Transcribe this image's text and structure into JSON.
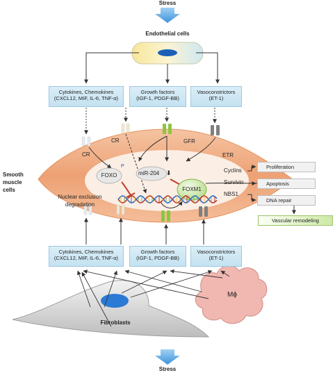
{
  "stress_top": "Stress",
  "stress_bottom": "Stress",
  "endothelial_title": "Endothelial cells",
  "smooth_muscle_label": [
    "Smooth",
    "muscle",
    "cells"
  ],
  "top_boxes": [
    {
      "line1": "Cytokines, Chemokines",
      "line2": "(CXCL12, MIF, IL-6, TNF-α)"
    },
    {
      "line1": "Growth factors",
      "line2": "(IGF-1, PDGF-BB)"
    },
    {
      "line1": "Vasoconstrictors",
      "line2": "(ET-1)"
    }
  ],
  "bottom_boxes": [
    {
      "line1": "Cytokines, Chemokines",
      "line2": "(CXCL12, MIF, IL-6, TNF-α)"
    },
    {
      "line1": "Growth factors",
      "line2": "(IGF-1, PDGF-BB)"
    },
    {
      "line1": "Vasoconstrictors",
      "line2": "(ET-1)"
    }
  ],
  "receptors": {
    "cr_left": "CR",
    "cr_center": "CR",
    "gfr": "GFR",
    "etr": "ETR"
  },
  "foxo": "FOXO",
  "phospho": "P",
  "nuclear_exclusion": [
    "Nuclear exclusion",
    "degradation"
  ],
  "mir": "miR-204",
  "foxm1": "FOXM1",
  "targets": [
    "Cyclins",
    "Survivin",
    "NBS1"
  ],
  "outcomes": [
    "Proliferation",
    "Apoptosis",
    "DNA repair"
  ],
  "remodeling": "Vascular remodeling",
  "fibroblasts": "Fibroblasts",
  "macrophage": "Mϕ",
  "colors": {
    "arrow_blue": "#5aa9e6",
    "cell_orange": "#f0a877",
    "inhibit_red": "#c0392b",
    "up_red": "#d63c2a"
  }
}
